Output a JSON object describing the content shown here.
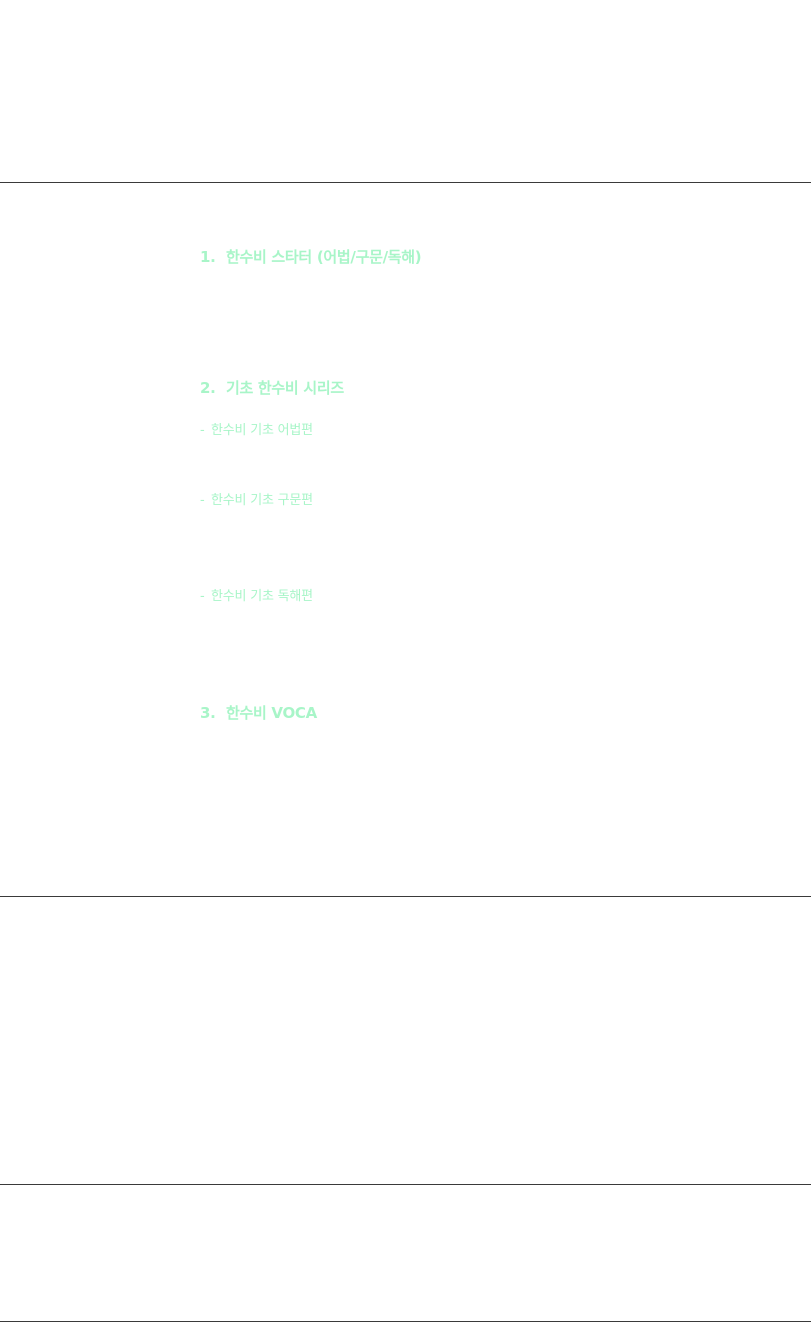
{
  "colors": {
    "accent_text": "#a8f5c8",
    "divider": "#3a3a3a",
    "background": "#ffffff"
  },
  "sections": [
    {
      "number": "1.",
      "title": "한수비 스타터 (어법/구문/독해)"
    },
    {
      "number": "2.",
      "title": "기초 한수비 시리즈"
    },
    {
      "number": "3.",
      "title": "한수비 VOCA"
    }
  ],
  "sub_items": [
    {
      "dash": "-",
      "label": "한수비 기초 어법편"
    },
    {
      "dash": "-",
      "label": "한수비 기초 구문편"
    },
    {
      "dash": "-",
      "label": "한수비 기초 독해편"
    }
  ]
}
